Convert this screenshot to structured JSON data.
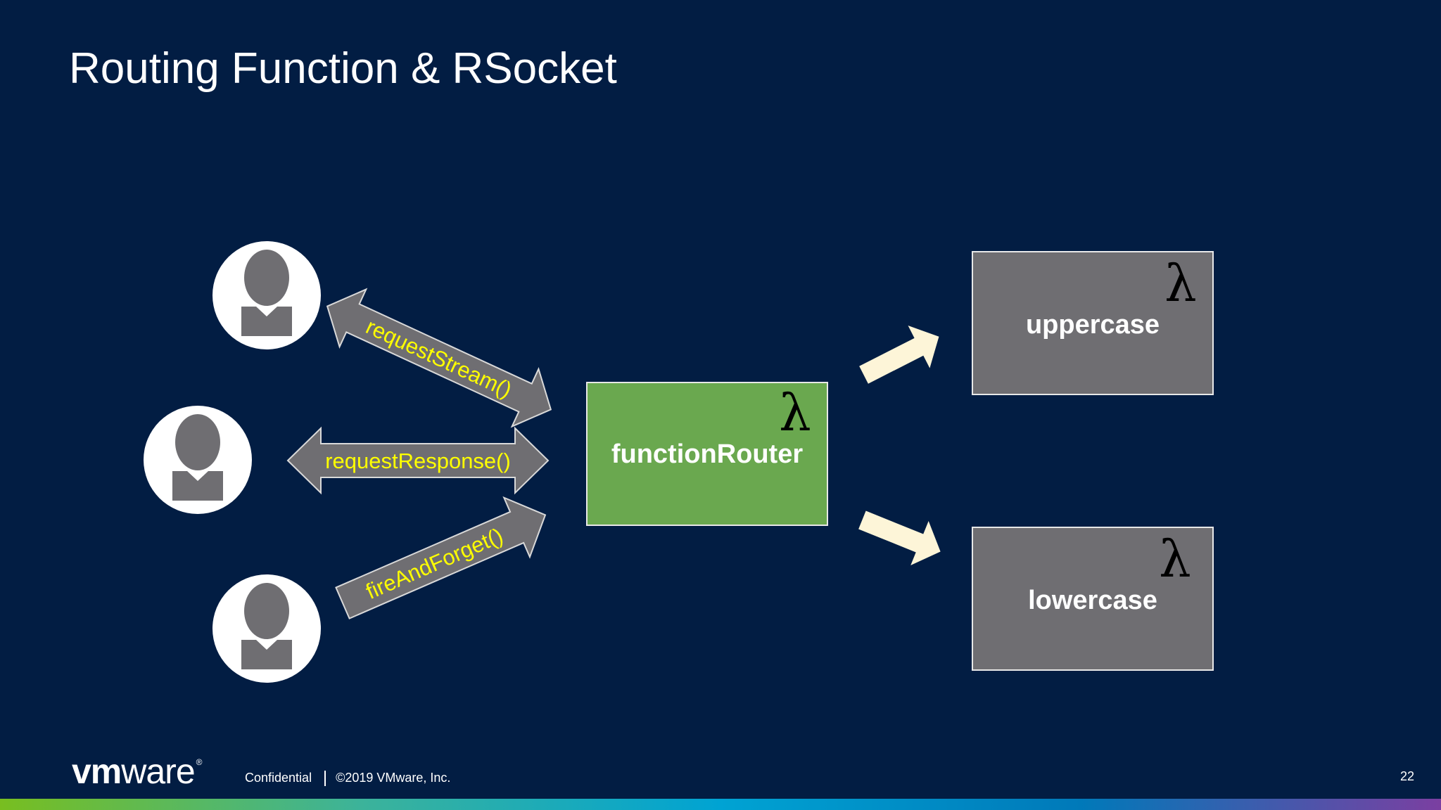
{
  "slide": {
    "title": "Routing Function & RSocket"
  },
  "arrows": {
    "request_stream": "requestStream()",
    "request_response": "requestResponse()",
    "fire_and_forget": "fireAndForget()"
  },
  "router": {
    "label": "functionRouter",
    "symbol": "λ",
    "color": "#6aa84f"
  },
  "functions": [
    {
      "label": "uppercase",
      "symbol": "λ"
    },
    {
      "label": "lowercase",
      "symbol": "λ"
    }
  ],
  "colors": {
    "background": "#021d43",
    "arrow_gray": "#6f6e72",
    "arrow_text": "#ffff00",
    "output_arrow": "#fdf5d8",
    "function_box": "#6f6e72"
  },
  "footer": {
    "logo_bold": "vm",
    "logo_rest": "ware",
    "logo_mark": "®",
    "confidential": "Confidential",
    "copyright": "©2019 VMware, Inc.",
    "page_number": "22"
  }
}
